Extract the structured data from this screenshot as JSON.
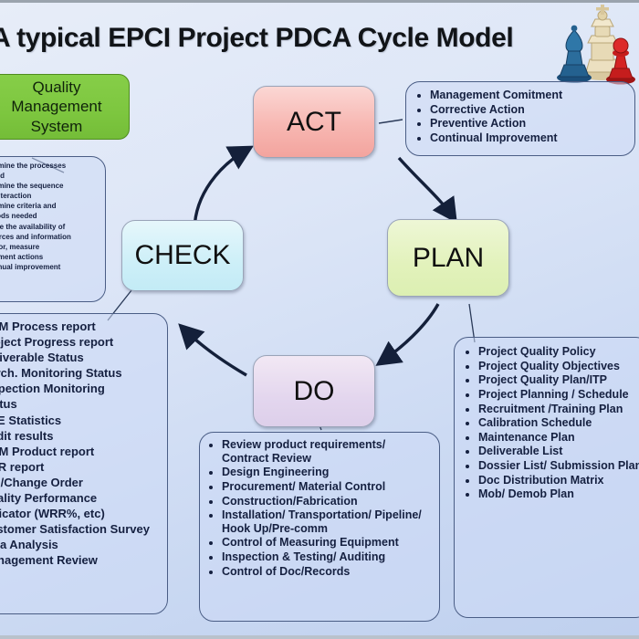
{
  "title": "A typical EPCI Project PDCA Cycle Model",
  "cycle": {
    "act": "ACT",
    "plan": "PLAN",
    "do": "DO",
    "check": "CHECK"
  },
  "qms": {
    "line1": "Quality",
    "line2": "Management",
    "line3": "System"
  },
  "act_box": {
    "items": [
      "Management Comitment",
      "Corrective Action",
      "Preventive Action",
      "Continual Improvement"
    ]
  },
  "qms_box": {
    "items": [
      "Determine the processes",
      "needed",
      "Determine the sequence",
      "and interaction",
      "Determine criteria and",
      "methods needed",
      "Ensure the availability of",
      "resources and information",
      "Monitor, measure",
      "Implement actions",
      "Continual improvement"
    ]
  },
  "check_box": {
    "items": [
      "Q&M Process report",
      "Project Progress report",
      "Deliverable Status",
      "Purch. Monitoring Status",
      "Inspection Monitoring",
      "Status",
      "HSE Statistics",
      "Audit results",
      "Q&M Product report",
      "NCR report",
      "TQ /Change Order",
      "Quality Performance",
      "Indicator (WRR%, etc)",
      "Customer Satisfaction Survey",
      "Data Analysis",
      "Management Review"
    ]
  },
  "do_box": {
    "items": [
      "Review product requirements/ Contract Review",
      "Design  Engineering",
      "Procurement/ Material Control",
      "Construction/Fabrication",
      "Installation/ Transportation/ Pipeline/ Hook Up/Pre-comm",
      "Control of Measuring Equipment",
      "Inspection & Testing/ Auditing",
      "Control of Doc/Records"
    ]
  },
  "plan_box": {
    "items": [
      "Project Quality Policy",
      "Project Quality Objectives",
      "Project Quality Plan/ITP",
      "Project Planning / Schedule",
      "Recruitment /Training Plan",
      "Calibration Schedule",
      "Maintenance Plan",
      "Deliverable List",
      "Dossier List/ Submission Plan",
      "Doc Distribution Matrix",
      "Mob/ Demob Plan"
    ]
  },
  "colors": {
    "act": "#f7b7b2",
    "plan": "#e2f2bb",
    "check": "#cdeff8",
    "do": "#e3d6ee",
    "qms": "#7dc63f",
    "background": "#cfdcf3",
    "callout_border": "#4a5d85",
    "text": "#152040"
  },
  "icons": {
    "chess": "chess-pieces-decoration"
  }
}
